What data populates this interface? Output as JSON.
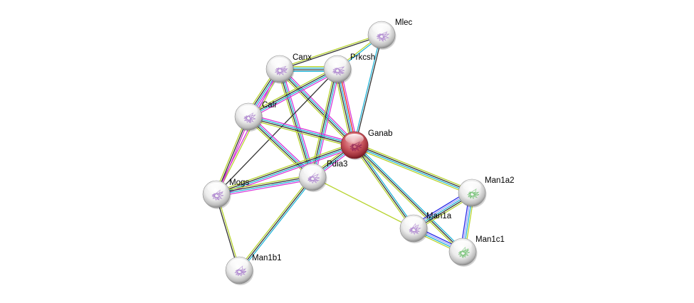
{
  "title": "Protein interaction network",
  "nodes": [
    {
      "id": "Mlec",
      "label": "Mlec",
      "color": "#e6e6e6",
      "query": false
    },
    {
      "id": "Canx",
      "label": "Canx",
      "color": "#e6e6e6",
      "query": false
    },
    {
      "id": "Prkcsh",
      "label": "Prkcsh",
      "color": "#e6e6e6",
      "query": false
    },
    {
      "id": "Calr",
      "label": "Calr",
      "color": "#e6e6e6",
      "query": false
    },
    {
      "id": "Ganab",
      "label": "Ganab",
      "color": "#c8545c",
      "query": true
    },
    {
      "id": "Pdia3",
      "label": "Pdia3",
      "color": "#e6e6e6",
      "query": false
    },
    {
      "id": "Mogs",
      "label": "Mogs",
      "color": "#e6e6e6",
      "query": false
    },
    {
      "id": "Man1a2",
      "label": "Man1a2",
      "color": "#e6e6e6",
      "query": false
    },
    {
      "id": "Man1a",
      "label": "Man1a",
      "color": "#e6e6e6",
      "query": false
    },
    {
      "id": "Man1c1",
      "label": "Man1c1",
      "color": "#e6e6e6",
      "query": false
    },
    {
      "id": "Man1b1",
      "label": "Man1b1",
      "color": "#e6e6e6",
      "query": false
    }
  ],
  "evidence_colors": {
    "textmining": "#b8d430",
    "coexpression": "#333333",
    "database": "#22b4d8",
    "experiments": "#d838d8",
    "homology": "#a0a0f8",
    "fusion": "#e82020",
    "cooccurrence": "#2a2ae8"
  },
  "edges": [
    {
      "a": "Canx",
      "b": "Mlec",
      "ev": [
        "textmining",
        "coexpression"
      ]
    },
    {
      "a": "Prkcsh",
      "b": "Mlec",
      "ev": [
        "textmining",
        "database"
      ]
    },
    {
      "a": "Ganab",
      "b": "Mlec",
      "ev": [
        "database",
        "coexpression"
      ]
    },
    {
      "a": "Canx",
      "b": "Prkcsh",
      "ev": [
        "textmining",
        "database",
        "coexpression",
        "database"
      ]
    },
    {
      "a": "Canx",
      "b": "Calr",
      "ev": [
        "homology",
        "experiments",
        "database",
        "coexpression",
        "textmining"
      ]
    },
    {
      "a": "Canx",
      "b": "Ganab",
      "ev": [
        "experiments",
        "database",
        "coexpression",
        "textmining"
      ]
    },
    {
      "a": "Canx",
      "b": "Pdia3",
      "ev": [
        "experiments",
        "database",
        "coexpression",
        "textmining"
      ]
    },
    {
      "a": "Canx",
      "b": "Mogs",
      "ev": [
        "textmining",
        "experiments"
      ]
    },
    {
      "a": "Prkcsh",
      "b": "Ganab",
      "ev": [
        "experiments",
        "fusion",
        "database",
        "coexpression",
        "textmining"
      ]
    },
    {
      "a": "Prkcsh",
      "b": "Calr",
      "ev": [
        "experiments",
        "database",
        "coexpression",
        "textmining"
      ]
    },
    {
      "a": "Prkcsh",
      "b": "Pdia3",
      "ev": [
        "experiments",
        "database",
        "coexpression",
        "textmining"
      ]
    },
    {
      "a": "Prkcsh",
      "b": "Mogs",
      "ev": [
        "coexpression"
      ]
    },
    {
      "a": "Calr",
      "b": "Ganab",
      "ev": [
        "experiments",
        "database",
        "coexpression",
        "textmining"
      ]
    },
    {
      "a": "Calr",
      "b": "Pdia3",
      "ev": [
        "experiments",
        "database",
        "coexpression",
        "textmining"
      ]
    },
    {
      "a": "Calr",
      "b": "Mogs",
      "ev": [
        "experiments",
        "coexpression",
        "textmining"
      ]
    },
    {
      "a": "Ganab",
      "b": "Pdia3",
      "ev": [
        "experiments",
        "database",
        "coexpression",
        "textmining"
      ]
    },
    {
      "a": "Ganab",
      "b": "Mogs",
      "ev": [
        "experiments",
        "database",
        "coexpression",
        "textmining"
      ]
    },
    {
      "a": "Pdia3",
      "b": "Mogs",
      "ev": [
        "experiments",
        "database",
        "coexpression",
        "textmining"
      ]
    },
    {
      "a": "Pdia3",
      "b": "Man1b1",
      "ev": [
        "database",
        "coexpression",
        "textmining"
      ]
    },
    {
      "a": "Pdia3",
      "b": "Man1a",
      "ev": [
        "textmining"
      ]
    },
    {
      "a": "Mogs",
      "b": "Man1b1",
      "ev": [
        "textmining",
        "coexpression"
      ]
    },
    {
      "a": "Ganab",
      "b": "Man1a2",
      "ev": [
        "textmining",
        "coexpression",
        "database",
        "textmining"
      ]
    },
    {
      "a": "Ganab",
      "b": "Man1a",
      "ev": [
        "database",
        "coexpression",
        "textmining"
      ]
    },
    {
      "a": "Ganab",
      "b": "Man1c1",
      "ev": [
        "database",
        "coexpression",
        "textmining"
      ]
    },
    {
      "a": "Man1a",
      "b": "Man1a2",
      "ev": [
        "cooccurrence",
        "homology",
        "database",
        "coexpression",
        "textmining"
      ]
    },
    {
      "a": "Man1a",
      "b": "Man1c1",
      "ev": [
        "cooccurrence",
        "homology",
        "database",
        "textmining"
      ]
    },
    {
      "a": "Man1a2",
      "b": "Man1c1",
      "ev": [
        "textmining",
        "database",
        "homology",
        "cooccurrence"
      ]
    }
  ]
}
